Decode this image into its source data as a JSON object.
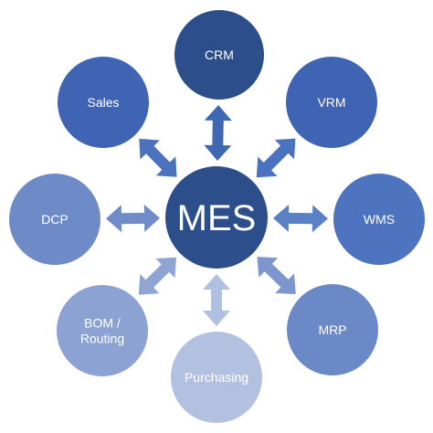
{
  "center": {
    "label": "MES",
    "color": "#2C4F8C"
  },
  "nodes": [
    {
      "id": "crm",
      "label": "CRM",
      "lines": [
        "CRM"
      ],
      "color": "#2C4F8C",
      "arrow_color": "#3E68B2"
    },
    {
      "id": "vrm",
      "label": "VRM",
      "lines": [
        "VRM"
      ],
      "color": "#3F64B3",
      "arrow_color": "#4A72BE"
    },
    {
      "id": "wms",
      "label": "WMS",
      "lines": [
        "WMS"
      ],
      "color": "#4E73BF",
      "arrow_color": "#5A80C5"
    },
    {
      "id": "mrp",
      "label": "MRP",
      "lines": [
        "MRP"
      ],
      "color": "#6B89C6",
      "arrow_color": "#7D96CD"
    },
    {
      "id": "purchasing",
      "label": "Purchasing",
      "lines": [
        "Purchasing"
      ],
      "color": "#B2C1E0",
      "arrow_color": "#AFC0E0"
    },
    {
      "id": "bom-routing",
      "label": "BOM / Routing",
      "lines": [
        "BOM /",
        "Routing"
      ],
      "color": "#8CA2D3",
      "arrow_color": "#8FA5D3"
    },
    {
      "id": "dcp",
      "label": "DCP",
      "lines": [
        "DCP"
      ],
      "color": "#6E8BC8",
      "arrow_color": "#6F8CC8"
    },
    {
      "id": "sales",
      "label": "Sales",
      "lines": [
        "Sales"
      ],
      "color": "#3F64B3",
      "arrow_color": "#4A72BE"
    }
  ]
}
